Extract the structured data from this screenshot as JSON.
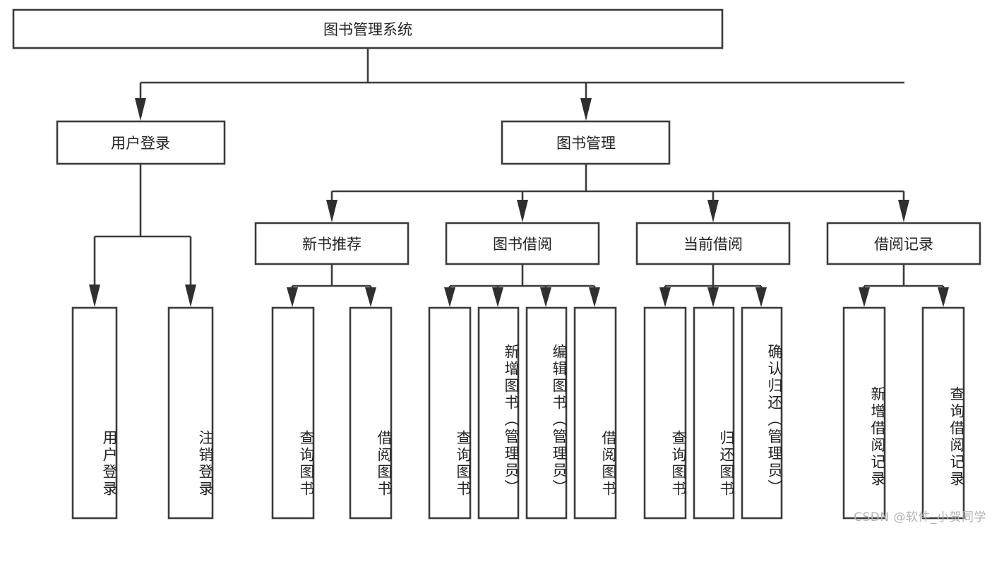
{
  "diagram": {
    "title": "图书管理系统",
    "type": "tree-hierarchy-chart",
    "watermark": "CSDN @软件_小贺同学",
    "colors": {
      "box_border": "#3b3b3b",
      "box_fill": "#ffffff",
      "connector": "#3b3b3b",
      "text": "#222222",
      "background": "#ffffff",
      "watermark": "#b3b3b3"
    },
    "root": {
      "id": "root",
      "label": "图书管理系统",
      "orientation": "horizontal"
    },
    "level2": [
      {
        "id": "user-login",
        "label": "用户登录",
        "orientation": "horizontal"
      },
      {
        "id": "book-management",
        "label": "图书管理",
        "orientation": "horizontal"
      }
    ],
    "level3": [
      {
        "id": "new-book-recommend",
        "label": "新书推荐",
        "orientation": "horizontal",
        "parent": "book-management"
      },
      {
        "id": "book-borrow",
        "label": "图书借阅",
        "orientation": "horizontal",
        "parent": "book-management"
      },
      {
        "id": "current-borrow",
        "label": "当前借阅",
        "orientation": "horizontal",
        "parent": "book-management"
      },
      {
        "id": "borrow-record",
        "label": "借阅记录",
        "orientation": "horizontal",
        "parent": "book-management"
      }
    ],
    "leaves": [
      {
        "id": "leaf-user-login",
        "label": "用户登录",
        "orientation": "vertical",
        "parent": "user-login"
      },
      {
        "id": "leaf-logout-login",
        "label": "注销登录",
        "orientation": "vertical",
        "parent": "user-login"
      },
      {
        "id": "leaf-query-book-1",
        "label": "查询图书",
        "orientation": "vertical",
        "parent": "new-book-recommend"
      },
      {
        "id": "leaf-borrow-book-1",
        "label": "借阅图书",
        "orientation": "vertical",
        "parent": "new-book-recommend"
      },
      {
        "id": "leaf-query-book-2",
        "label": "查询图书",
        "orientation": "vertical",
        "parent": "book-borrow"
      },
      {
        "id": "leaf-add-book-admin",
        "label": "新增图书（管理员）",
        "orientation": "vertical",
        "parent": "book-borrow"
      },
      {
        "id": "leaf-edit-book-admin",
        "label": "编辑图书（管理员）",
        "orientation": "vertical",
        "parent": "book-borrow"
      },
      {
        "id": "leaf-borrow-book-2",
        "label": "借阅图书",
        "orientation": "vertical",
        "parent": "book-borrow"
      },
      {
        "id": "leaf-query-book-3",
        "label": "查询图书",
        "orientation": "vertical",
        "parent": "current-borrow"
      },
      {
        "id": "leaf-return-book",
        "label": "归还图书",
        "orientation": "vertical",
        "parent": "current-borrow"
      },
      {
        "id": "leaf-confirm-return-admin",
        "label": "确认归还（管理员）",
        "orientation": "vertical",
        "parent": "current-borrow"
      },
      {
        "id": "leaf-add-borrow-record",
        "label": "新增借阅记录",
        "orientation": "vertical",
        "parent": "borrow-record"
      },
      {
        "id": "leaf-query-borrow-record",
        "label": "查询借阅记录",
        "orientation": "vertical",
        "parent": "borrow-record"
      }
    ]
  }
}
